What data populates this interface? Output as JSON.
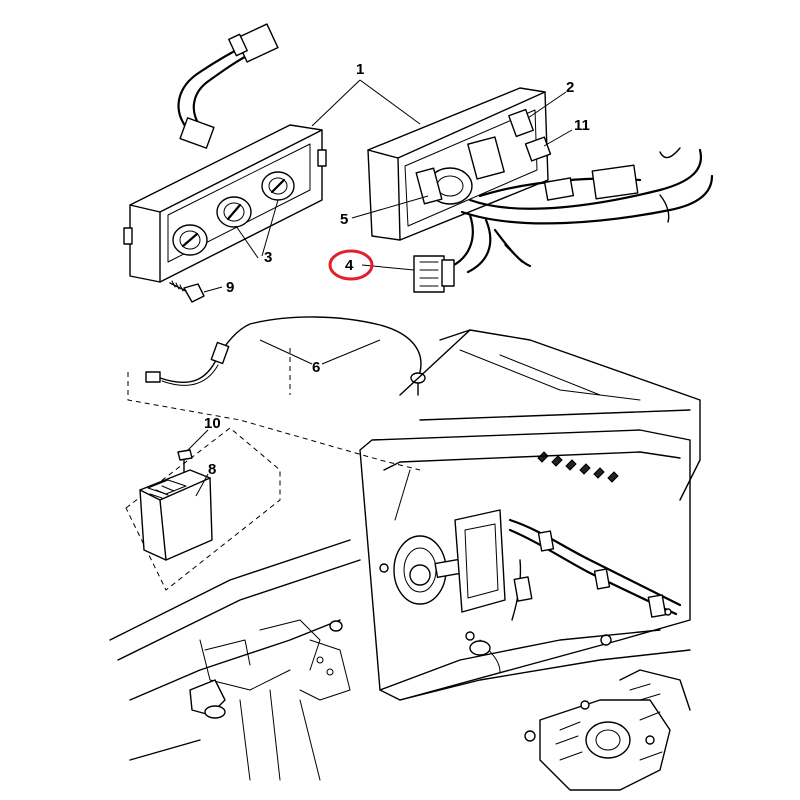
{
  "callouts": {
    "c1": "1",
    "c2": "2",
    "c3": "3",
    "c4": "4",
    "c5": "5",
    "c6": "6",
    "c8": "8",
    "c9": "9",
    "c10": "10",
    "c11": "11"
  },
  "highlight": {
    "callout": "4",
    "color": "#e0202a"
  }
}
